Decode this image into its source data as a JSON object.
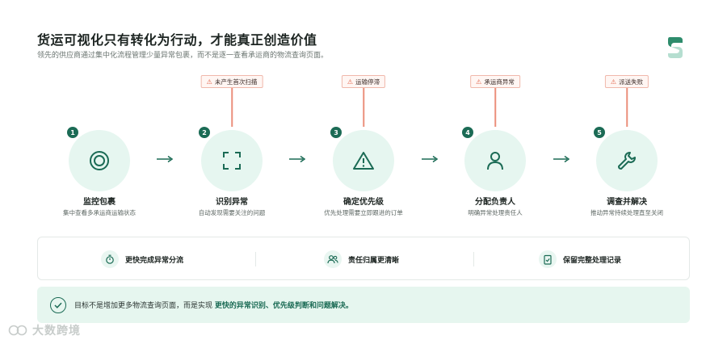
{
  "header": {
    "title": "货运可视化只有转化为行动，才能真正创造价值",
    "subtitle": "领先的供应商通过集中化流程管理少量异常包裹，而不是逐一查看承运商的物流查询页面。"
  },
  "steps": [
    {
      "number": "1",
      "label": "监控包裹",
      "desc": "集中查看多承运商运输状态",
      "icon": "target-icon",
      "alert": null
    },
    {
      "number": "2",
      "label": "识别异常",
      "desc": "自动发现需要关注的问题",
      "icon": "scan-frame-icon",
      "alert": "未产生首次扫描"
    },
    {
      "number": "3",
      "label": "确定优先级",
      "desc": "优先处理需要立即跟进的订单",
      "icon": "warning-triangle-icon",
      "alert": "运输停滞"
    },
    {
      "number": "4",
      "label": "分配负责人",
      "desc": "明确异常处理责任人",
      "icon": "person-icon",
      "alert": "承运商异常"
    },
    {
      "number": "5",
      "label": "调查并解决",
      "desc": "推动异常持续处理直至关闭",
      "icon": "wrench-icon",
      "alert": "派送失败"
    }
  ],
  "benefits": [
    {
      "label": "更快完成异常分流",
      "icon": "timer-icon"
    },
    {
      "label": "责任归属更清晰",
      "icon": "users-icon"
    },
    {
      "label": "保留完整处理记录",
      "icon": "clipboard-check-icon"
    }
  ],
  "goal": {
    "text_prefix": "目标不是增加更多物流查询页面，而是实现 ",
    "text_strong": "更快的异常识别、优先级判断和问题解决。",
    "icon": "check-circle-icon"
  },
  "watermark": {
    "text": "大数跨境"
  },
  "colors": {
    "accent": "#1b6b55",
    "circle_bg": "#e6f6f0",
    "alert": "#e0664d",
    "alert_line": "#eb8f7b"
  }
}
